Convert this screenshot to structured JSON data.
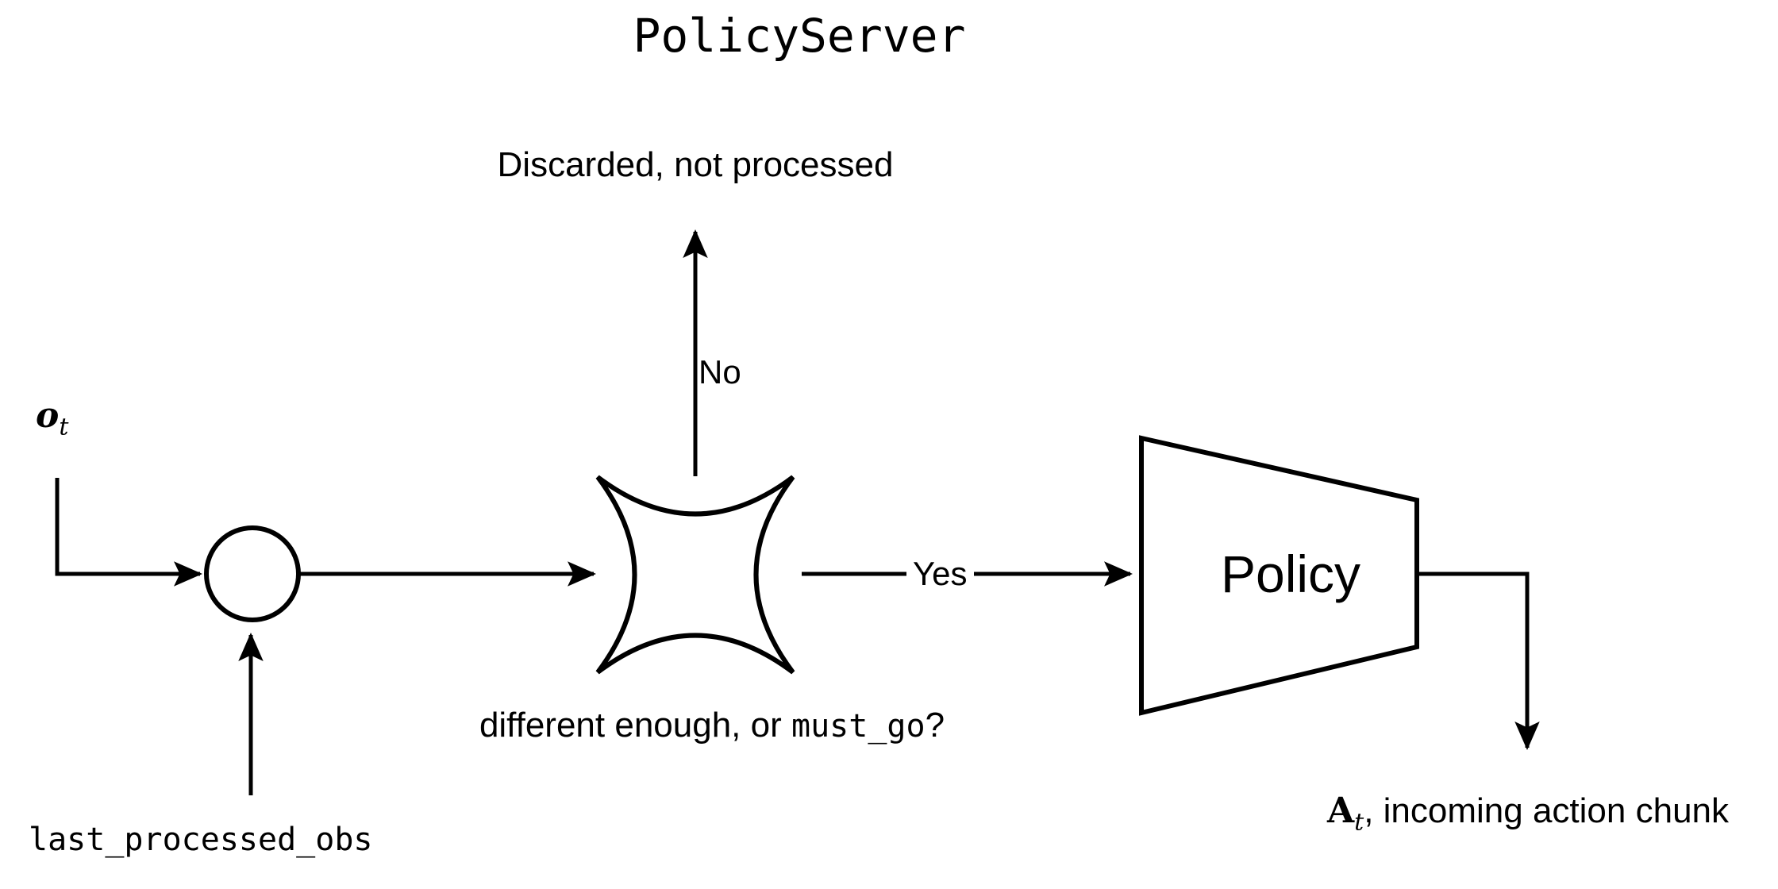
{
  "diagram": {
    "title": "PolicyServer",
    "nodes": {
      "join_node": "observation-join-circle",
      "decision_node_label": "different enough, or must_go?",
      "decision_question_prefix": "different enough, or ",
      "decision_question_mono": "must_go",
      "decision_question_suffix": "?",
      "policy_block_label": "Policy"
    },
    "labels": {
      "observation": "o",
      "observation_subscript": "t",
      "last_processed_obs": "last_processed_obs",
      "discarded": "Discarded, not processed",
      "branch_no": "No",
      "branch_yes": "Yes",
      "action_chunk_symbol": "A",
      "action_chunk_subscript": "t",
      "action_chunk_text": ", incoming action chunk"
    },
    "colors": {
      "background": "#ffffff",
      "stroke": "#000000",
      "text": "#000000"
    },
    "stroke_width": 5
  }
}
